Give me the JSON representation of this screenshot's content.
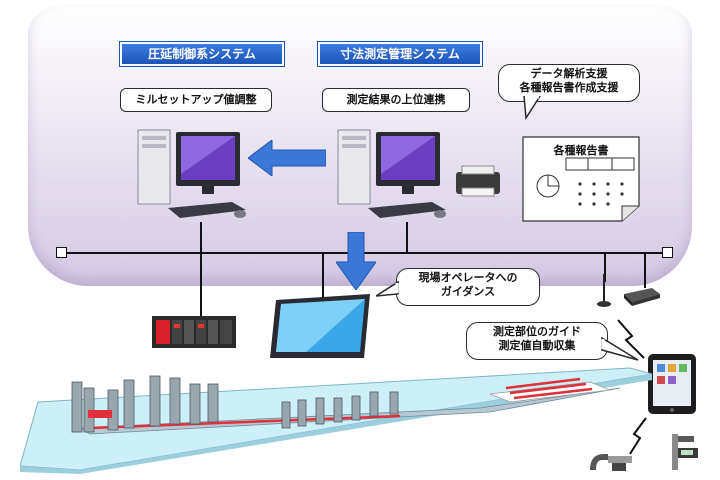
{
  "systems": {
    "rolling_control": "圧延制御系システム",
    "dimension_mgmt": "寸法測定管理システム"
  },
  "labels": {
    "mill_setup": "ミルセットアップ値調整",
    "upper_link": "測定結果の上位連携"
  },
  "callouts": {
    "data_analysis_line1": "データ解析支援",
    "data_analysis_line2": "各種報告書作成支援",
    "operator_guidance_line1": "現場オペレータへの",
    "operator_guidance_line2": "ガイダンス",
    "measurement_guide_line1": "測定部位のガイド",
    "measurement_guide_line2": "測定値自動収集"
  },
  "report": {
    "title": "各種報告書"
  },
  "colors": {
    "system_title_bg": "#1d54b8",
    "arrow_blue": "#3b78d8",
    "screen_purple": "#6a3fc1",
    "floor_cyan": "#cdeff7",
    "highlight_red": "#e0303a"
  },
  "icons": [
    "computer-icon",
    "printer-icon",
    "monitor-icon",
    "plc-icon",
    "tablet-icon",
    "antenna-icon",
    "caliper-icon",
    "micrometer-icon"
  ]
}
